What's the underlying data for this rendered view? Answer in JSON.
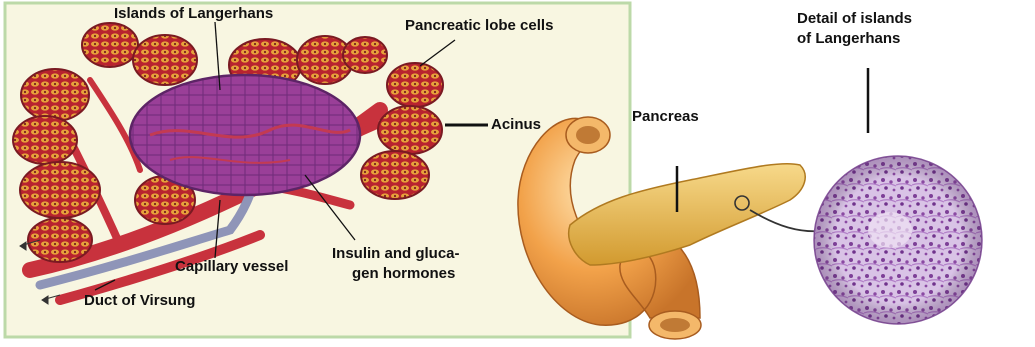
{
  "labels": {
    "islands_of_langerhans": "Islands of Langerhans",
    "pancreatic_lobe_cells": "Pancreatic lobe cells",
    "acinus": "Acinus",
    "capillary_vessel": "Capillary vessel",
    "duct_of_virsung": "Duct of Virsung",
    "insulin_glucagen_line1": "Insulin and gluca-",
    "insulin_glucagen_line2": "gen hormones",
    "pancreas": "Pancreas",
    "detail_line1": "Detail of islands",
    "detail_line2": "of Langerhans"
  },
  "colors": {
    "panel_background": "#f8f6e1",
    "panel_border": "#bcd9a8",
    "lobule_fill": "#b8232f",
    "lobule_cells": "#e7a23b",
    "vessel_red": "#c8323d",
    "islet_purple": "#9a3f98",
    "duct_blue": "#8f95b8",
    "pancreas_yellow": "#e8b23c",
    "duodenum_orange": "#f2a24a",
    "histology_lilac": "#c9a7d6"
  }
}
